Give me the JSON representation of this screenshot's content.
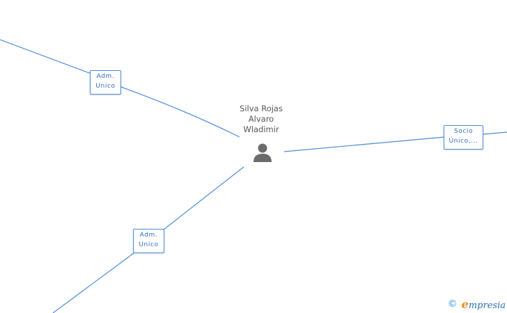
{
  "center_node": {
    "name_lines": [
      "Silva Rojas",
      "Alvaro",
      "Wladimir"
    ],
    "icon": "person-icon"
  },
  "edges": [
    {
      "id": "adm-top",
      "label_lines": [
        "Adm.",
        "Unico"
      ]
    },
    {
      "id": "socio",
      "label_lines": [
        "Socio",
        "Único,..."
      ]
    },
    {
      "id": "adm-bottom",
      "label_lines": [
        "Adm.",
        "Unico"
      ]
    }
  ],
  "footer": {
    "copyright_symbol": "©",
    "brand_rest": "mpresia"
  },
  "colors": {
    "edge": "#4a8ad6",
    "label_text": "#2f6db8",
    "name_text": "#555555",
    "icon": "#6b6b6b",
    "brand_accent": "#f08a1c",
    "brand_text": "#2a6fb3"
  }
}
